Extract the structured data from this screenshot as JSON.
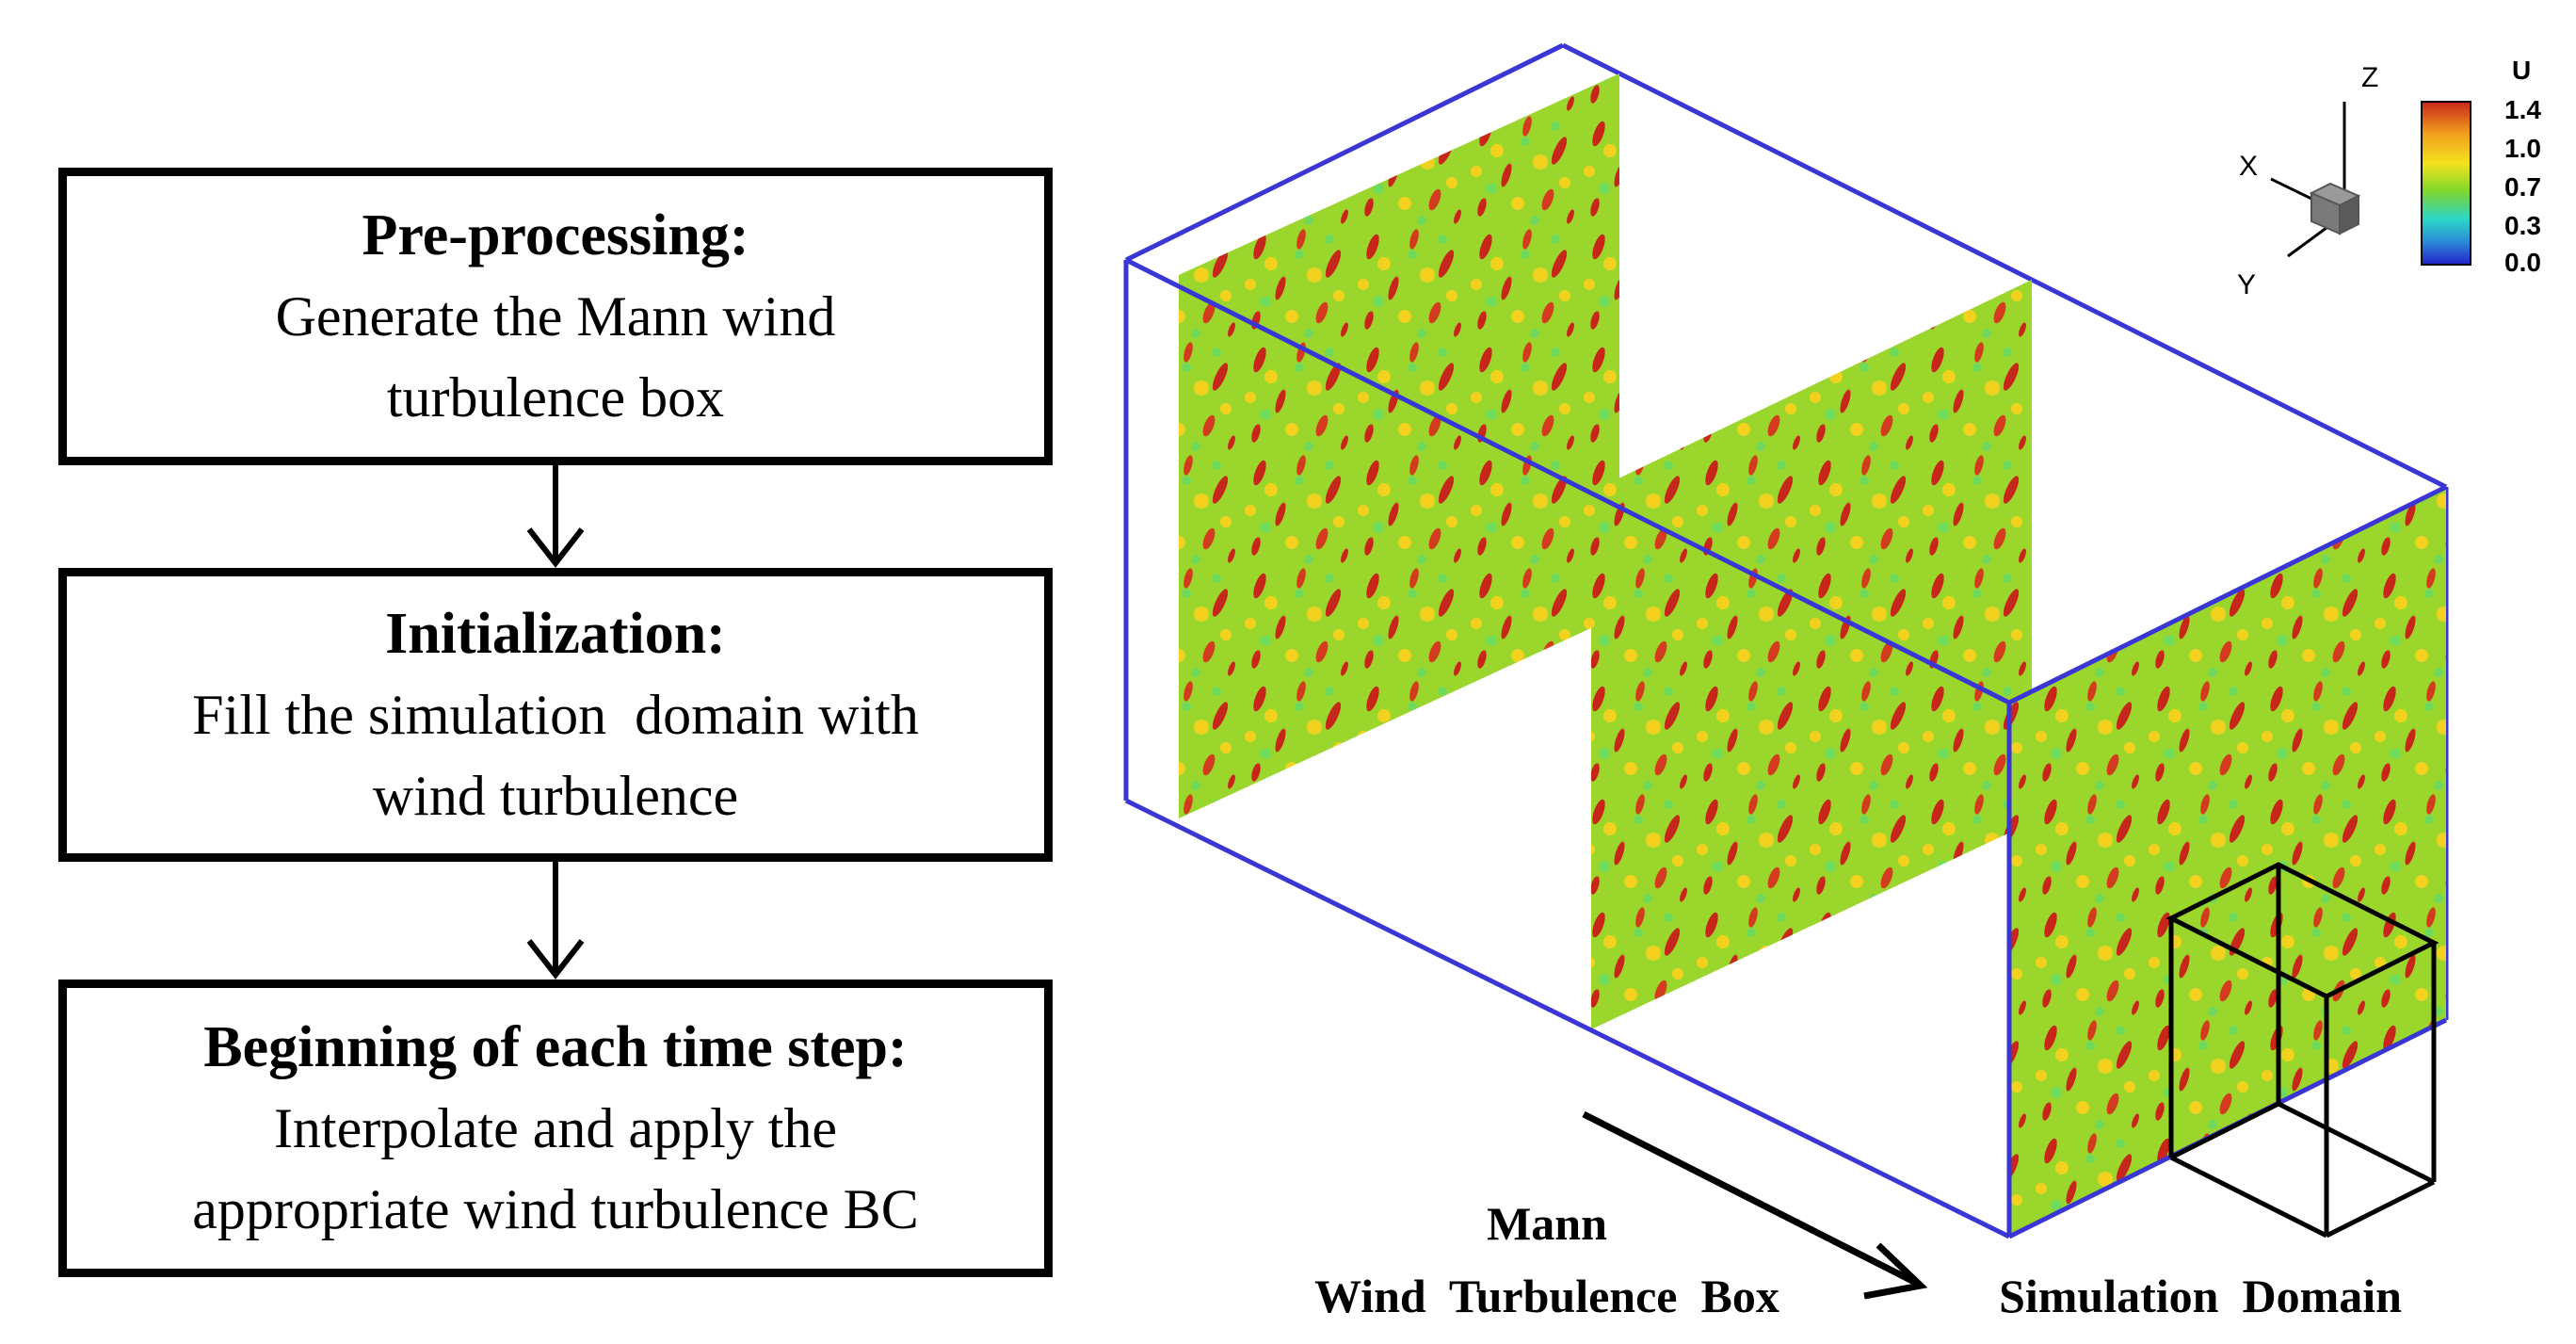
{
  "flowchart": {
    "steps": [
      {
        "title": "Pre-processing:",
        "lines": [
          "Generate the Mann wind",
          "turbulence box"
        ]
      },
      {
        "title": "Initialization:",
        "lines": [
          "Fill the simulation  domain with",
          "wind turbulence"
        ]
      },
      {
        "title": "Beginning of each time step:",
        "lines": [
          "Interpolate and apply the",
          "appropriate wind turbulence BC"
        ]
      }
    ]
  },
  "visualization": {
    "axes": {
      "x": "X",
      "y": "Y",
      "z": "Z"
    },
    "legend": {
      "title": "U",
      "ticks": [
        "1.4",
        "1.0",
        "0.7",
        "0.3",
        "0.0"
      ]
    },
    "labels": {
      "mann_line1": "Mann",
      "mann_line2": "Wind  Turbulence  Box",
      "simulation": "Simulation  Domain"
    },
    "colors": {
      "box_edge": "#3a36d6",
      "turbulence_base": "#9bd62c",
      "turbulence_streak": "#c8261a",
      "turbulence_highlight": "#f2d21e",
      "domain_edge": "#000000"
    }
  }
}
